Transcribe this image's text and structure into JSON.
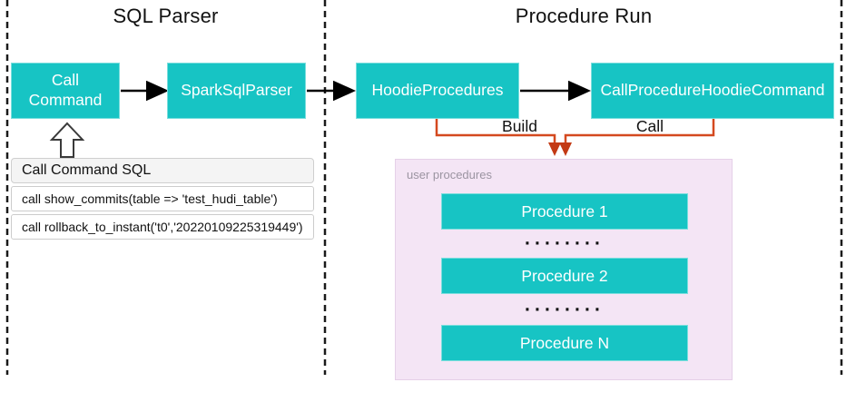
{
  "colors": {
    "node_fill": "#17C4C4",
    "node_text": "#FFFFFF",
    "black_arrow": "#000000",
    "orange_connector": "#D4491F",
    "orange_arrowhead": "#C33A14",
    "container_fill": "#F4E5F5",
    "container_border": "#E5D0E8",
    "sql_header_bg": "#F4F4F4",
    "panel_border": "#CCCCCC",
    "muted_text": "#9B94A1"
  },
  "sections": {
    "sql_parser": {
      "title": "SQL Parser"
    },
    "procedure_run": {
      "title": "Procedure Run"
    }
  },
  "nodes": {
    "call_command": {
      "label": "Call Command"
    },
    "spark_sql_parser": {
      "label": "SparkSqlParser"
    },
    "hoodie_procedures": {
      "label": "HoodieProcedures"
    },
    "call_procedure_hoodie_command": {
      "label": "CallProcedureHoodieCommand"
    }
  },
  "edges": {
    "build_label": "Build",
    "call_label": "Call"
  },
  "sql_panel": {
    "header": "Call Command SQL",
    "rows": [
      "call show_commits(table => 'test_hudi_table')",
      "call rollback_to_instant('t0','20220109225319449')"
    ]
  },
  "user_procedures": {
    "label": "user procedures",
    "boxes": [
      "Procedure 1",
      "Procedure 2",
      "Procedure N"
    ],
    "dots": "········"
  }
}
